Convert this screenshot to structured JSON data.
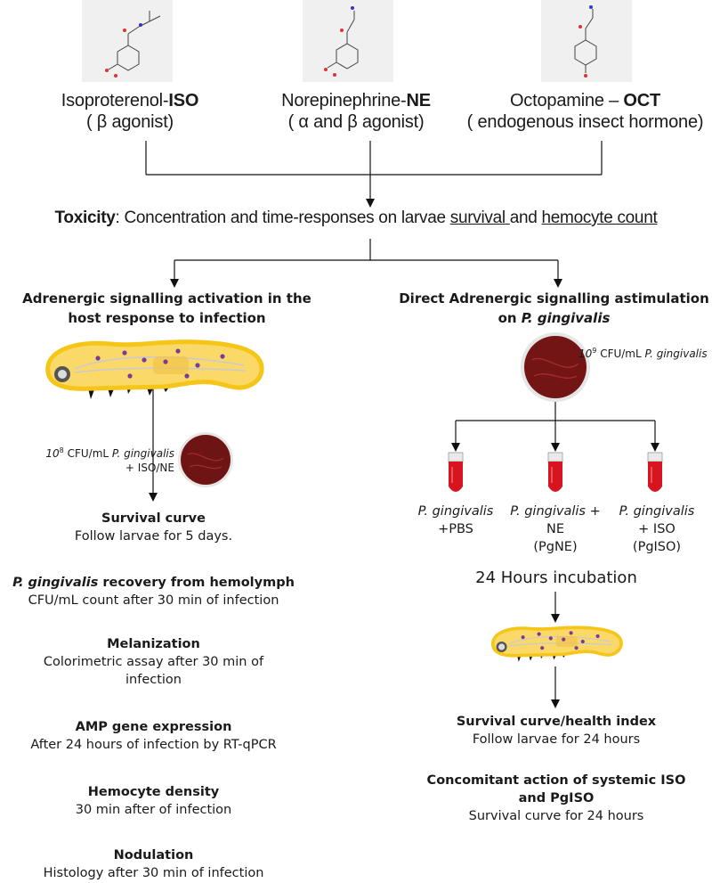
{
  "molecules": [
    {
      "name": "isoproterenol-structure"
    },
    {
      "name": "norepinephrine-structure"
    },
    {
      "name": "octopamine-structure"
    }
  ],
  "drugs": {
    "iso": {
      "name_plain": "Isoproterenol-",
      "abbr": "ISO",
      "desc": "( β agonist)"
    },
    "ne": {
      "name_plain": "Norepinephrine-",
      "abbr": "NE",
      "desc": "( α and β agonist)"
    },
    "oct": {
      "name_plain": "Octopamine – ",
      "abbr": "OCT",
      "desc": "( endogenous insect hormone)"
    }
  },
  "toxicity": {
    "bold": "Toxicity",
    "text1": ": Concentration and time-responses on larvae ",
    "survival": "survival ",
    "text2": "and ",
    "hemocyte": "hemocyte count"
  },
  "left": {
    "title": "Adrenergic signalling activation in the host response to infection",
    "inoculum_exp": "10",
    "inoculum_sup": "8",
    "inoculum_text": " CFU/mL ",
    "inoculum_species": "P. gingivalis",
    "inoculum_line2": "+ ISO/NE",
    "blocks": [
      {
        "title": "Survival curve",
        "text": "Follow larvae for 5 days."
      },
      {
        "title_italic": "P. gingivalis",
        "title_rest": " recovery from hemolymph",
        "text": "CFU/mL count after 30 min of infection"
      },
      {
        "title": "Melanization",
        "text": "Colorimetric assay after 30 min of infection"
      },
      {
        "title": "AMP gene expression",
        "text": "After 24 hours of infection by RT-qPCR"
      },
      {
        "title": "Hemocyte density",
        "text": "30 min after of infection"
      },
      {
        "title": "Nodulation",
        "text": "Histology after 30 min of infection"
      }
    ]
  },
  "right": {
    "title_line1": "Direct Adrenergic signalling astimulation",
    "title_prefix": "on ",
    "title_species": "P. gingivalis",
    "inoculum_exp": "10",
    "inoculum_sup": "9",
    "inoculum_text": " CFU/mL ",
    "inoculum_species": "P. gingivalis",
    "tubes": [
      {
        "species": "P. gingivalis",
        "line2": "+PBS",
        "line3": ""
      },
      {
        "species": "P. gingivalis +",
        "line2": "NE",
        "line3": "(PgNE)"
      },
      {
        "species": "P. gingivalis",
        "line2": "+ ISO",
        "line3": "(PgISO)"
      }
    ],
    "incubation": "24 Hours incubation",
    "blocks": [
      {
        "title": "Survival curve/health index",
        "text": "Follow larvae for 24 hours"
      },
      {
        "title": "Concomitant action of systemic ISO and PgISO",
        "text": "Survival curve for 24 hours"
      }
    ]
  },
  "colors": {
    "larva_fill": "#fbd968",
    "larva_stroke": "#f5c518",
    "tube_red": "#d8141e",
    "plate": "#7a1a1a"
  }
}
